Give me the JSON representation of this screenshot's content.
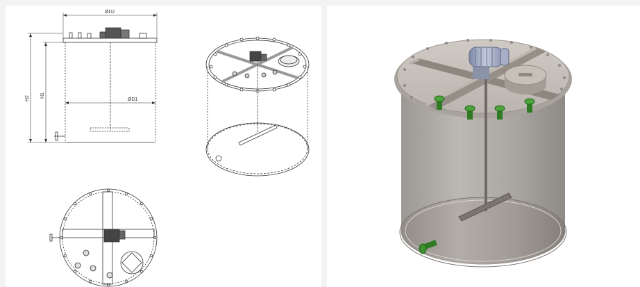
{
  "drawing": {
    "labels": {
      "d2": "ØD2",
      "d1": "ØD1",
      "h2": "H2",
      "h1": "H1"
    }
  },
  "colors": {
    "line": "#333333",
    "tank_body": "#c9c5c0",
    "nozzle_green": "#3a8a2a",
    "motor_blue": "#9aa6c4"
  }
}
